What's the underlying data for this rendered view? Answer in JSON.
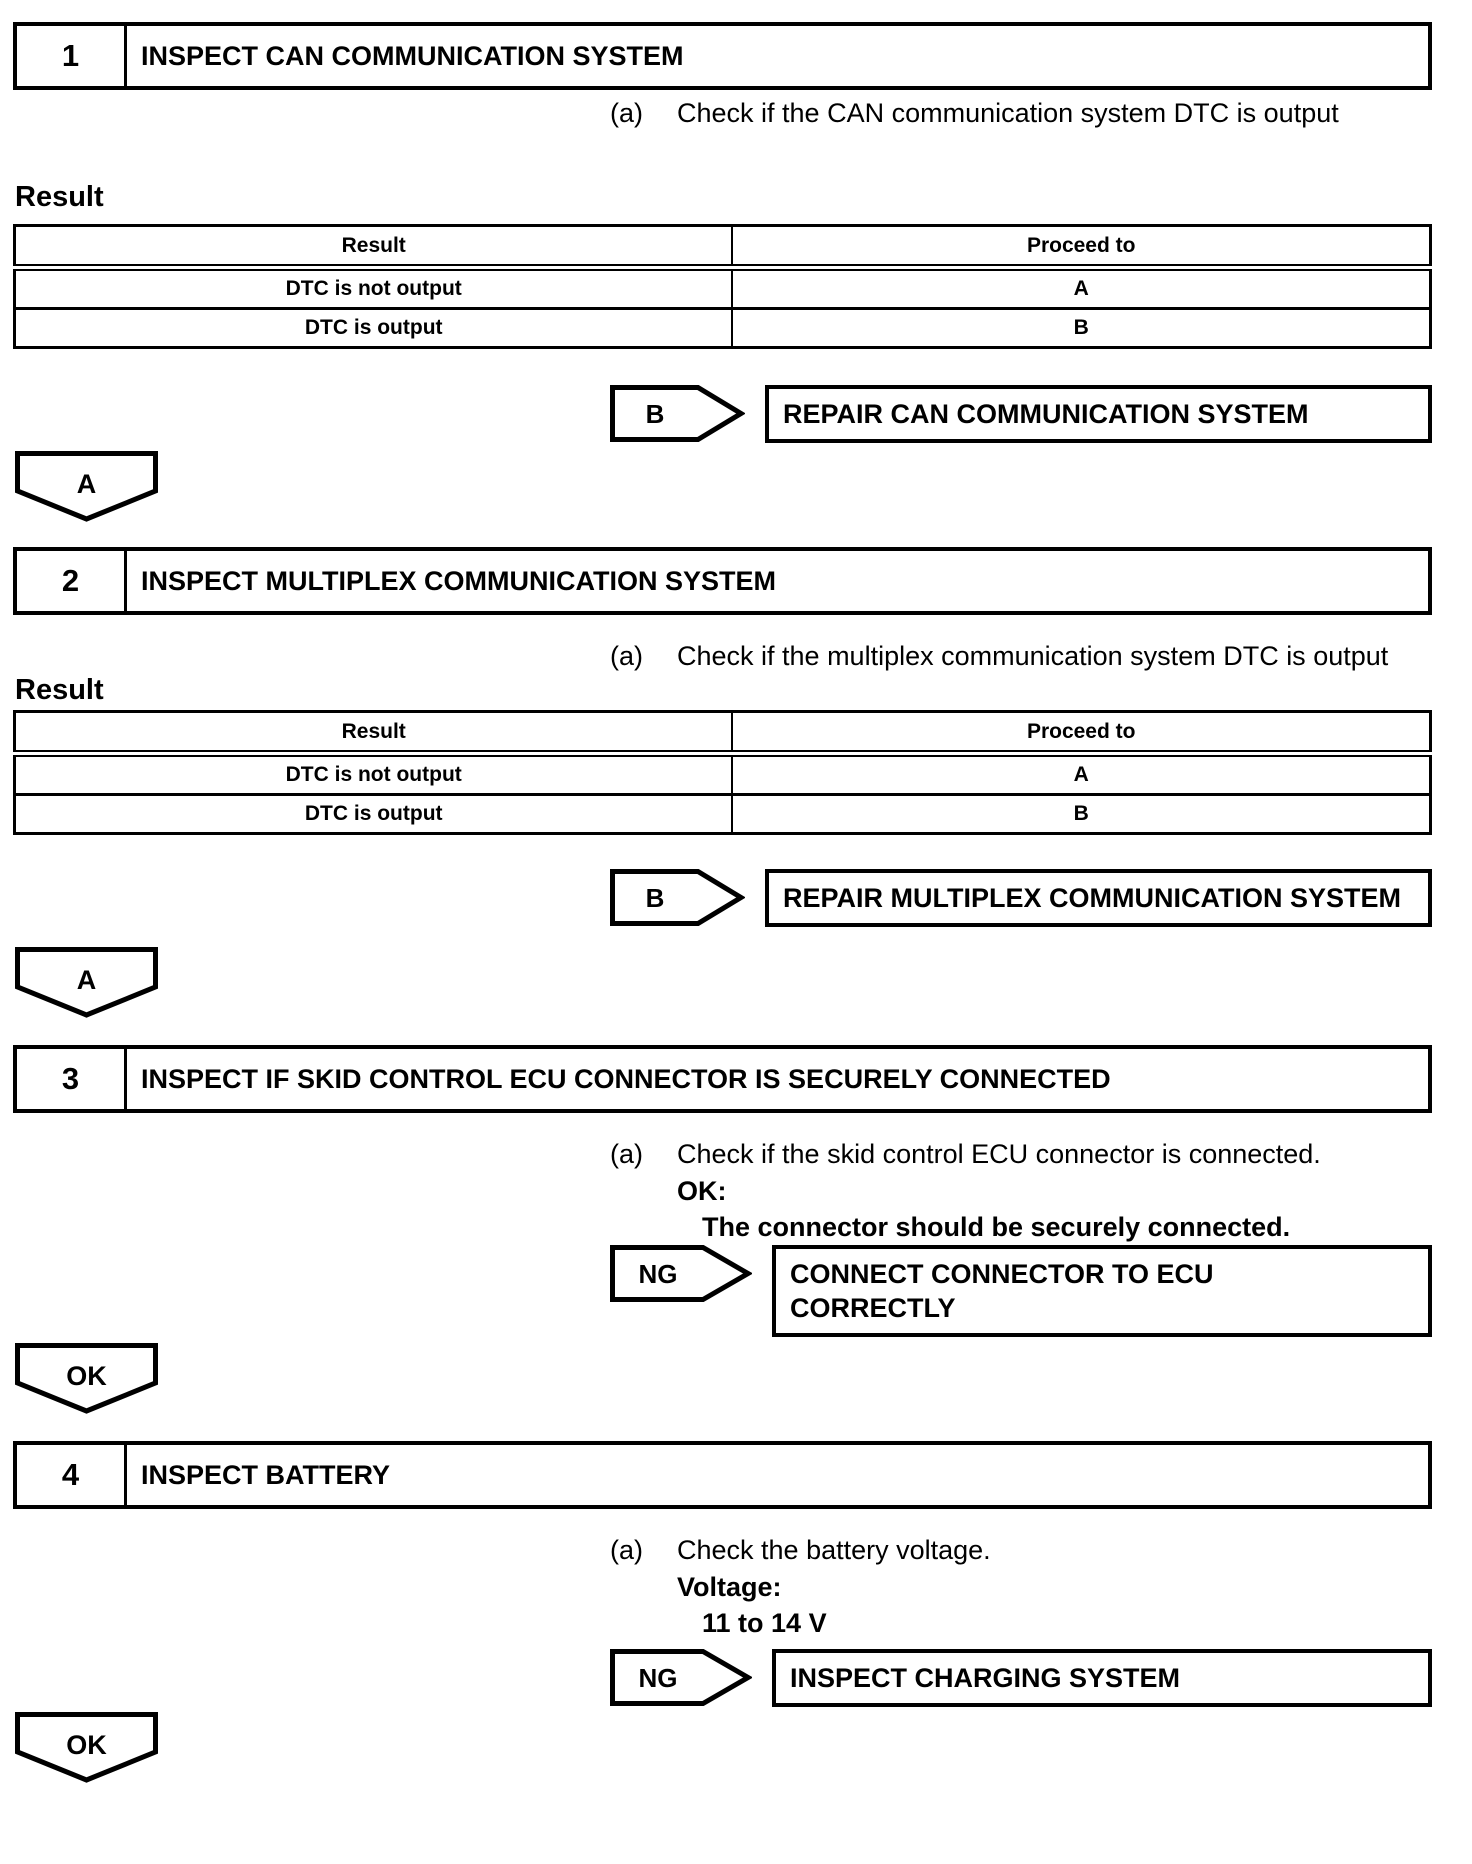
{
  "steps": [
    {
      "number": "1",
      "title": "INSPECT CAN COMMUNICATION SYSTEM",
      "instruction_label": "(a)",
      "instruction": "Check if the CAN communication system DTC is output",
      "result_heading": "Result",
      "table": {
        "headers": [
          "Result",
          "Proceed to"
        ],
        "rows": [
          [
            "DTC is not output",
            "A"
          ],
          [
            "DTC is output",
            "B"
          ]
        ]
      },
      "branch": {
        "label": "B",
        "action": "REPAIR CAN COMMUNICATION SYSTEM"
      },
      "next": {
        "label": "A"
      }
    },
    {
      "number": "2",
      "title": "INSPECT MULTIPLEX COMMUNICATION SYSTEM",
      "instruction_label": "(a)",
      "instruction": "Check if the multiplex communication system DTC is output",
      "result_heading": "Result",
      "table": {
        "headers": [
          "Result",
          "Proceed to"
        ],
        "rows": [
          [
            "DTC is not output",
            "A"
          ],
          [
            "DTC is output",
            "B"
          ]
        ]
      },
      "branch": {
        "label": "B",
        "action": "REPAIR MULTIPLEX COMMUNICATION SYSTEM"
      },
      "next": {
        "label": "A"
      }
    },
    {
      "number": "3",
      "title": "INSPECT IF SKID CONTROL ECU CONNECTOR IS SECURELY CONNECTED",
      "instruction_label": "(a)",
      "instruction": "Check if the skid control ECU connector is connected.",
      "spec_label": "OK:",
      "spec_text": "The connector should be securely connected.",
      "branch": {
        "label": "NG",
        "action": "CONNECT CONNECTOR TO ECU CORRECTLY"
      },
      "next": {
        "label": "OK"
      }
    },
    {
      "number": "4",
      "title": "INSPECT BATTERY",
      "instruction_label": "(a)",
      "instruction": "Check the battery voltage.",
      "spec_label": "Voltage:",
      "spec_text": "11 to 14 V",
      "branch": {
        "label": "NG",
        "action": "INSPECT CHARGING SYSTEM"
      },
      "next": {
        "label": "OK"
      }
    }
  ]
}
